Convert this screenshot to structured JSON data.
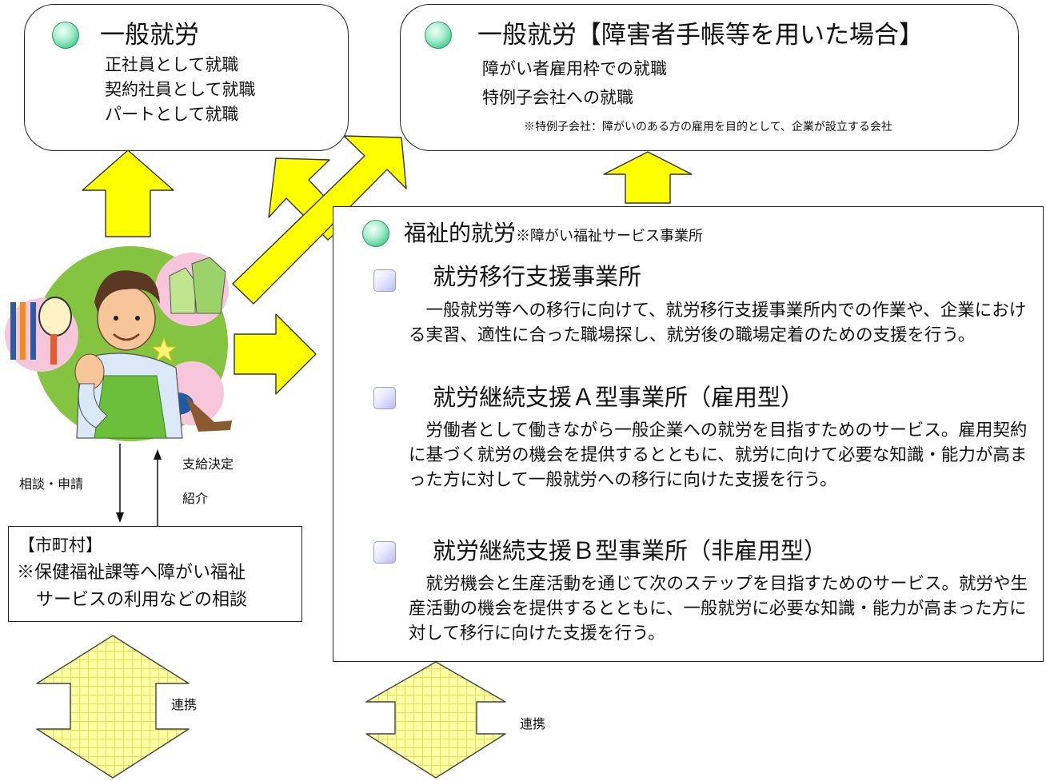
{
  "colors": {
    "arrow_fill": "#ffff00",
    "arrow_stroke": "#333333",
    "check_fill": "#ffffa0",
    "check_line": "#e6e660"
  },
  "general": {
    "title": "一般就労",
    "items": [
      "正社員として就職",
      "契約社員として就職",
      "パートとして就職"
    ]
  },
  "disability": {
    "title": "一般就労【障害者手帳等を用いた場合】",
    "items": [
      "障がい者雇用枠での就職",
      "特例子会社への就職"
    ],
    "note": "※特例子会社：障がいのある方の雇用を目的として、企業が設立する会社"
  },
  "welfare": {
    "title": "福祉的就労",
    "title_note": "※障がい福祉サービス事業所",
    "services": [
      {
        "name": "就労移行支援事業所",
        "desc": "一般就労等への移行に向けて、就労移行支援事業所内での作業や、企業における実習、適性に合った職場探し、就労後の職場定着のための支援を行う。"
      },
      {
        "name": "就労継続支援Ａ型事業所（雇用型）",
        "desc": "労働者として働きながら一般企業への就労を目指すためのサービス。雇用契約に基づく就労の機会を提供するとともに、就労に向けて必要な知識・能力が高まった方に対して一般就労への移行に向けた支援を行う。"
      },
      {
        "name": "就労継続支援Ｂ型事業所（非雇用型）",
        "desc": "就労機会と生産活動を通じて次のステップを目指すためのサービス。就労や生産活動の機会を提供するとともに、一般就労に必要な知識・能力が高まった方に対して移行に向けた支援を行う。"
      }
    ]
  },
  "flow": {
    "consult": "相談・申請",
    "decision": "支給決定",
    "introduce": "紹介"
  },
  "municipality": {
    "title": "【市町村】",
    "lines": [
      "※保健福祉課等へ障がい福祉",
      "サービスの利用などの相談"
    ]
  },
  "links": {
    "left": "連携",
    "right": "連携"
  }
}
